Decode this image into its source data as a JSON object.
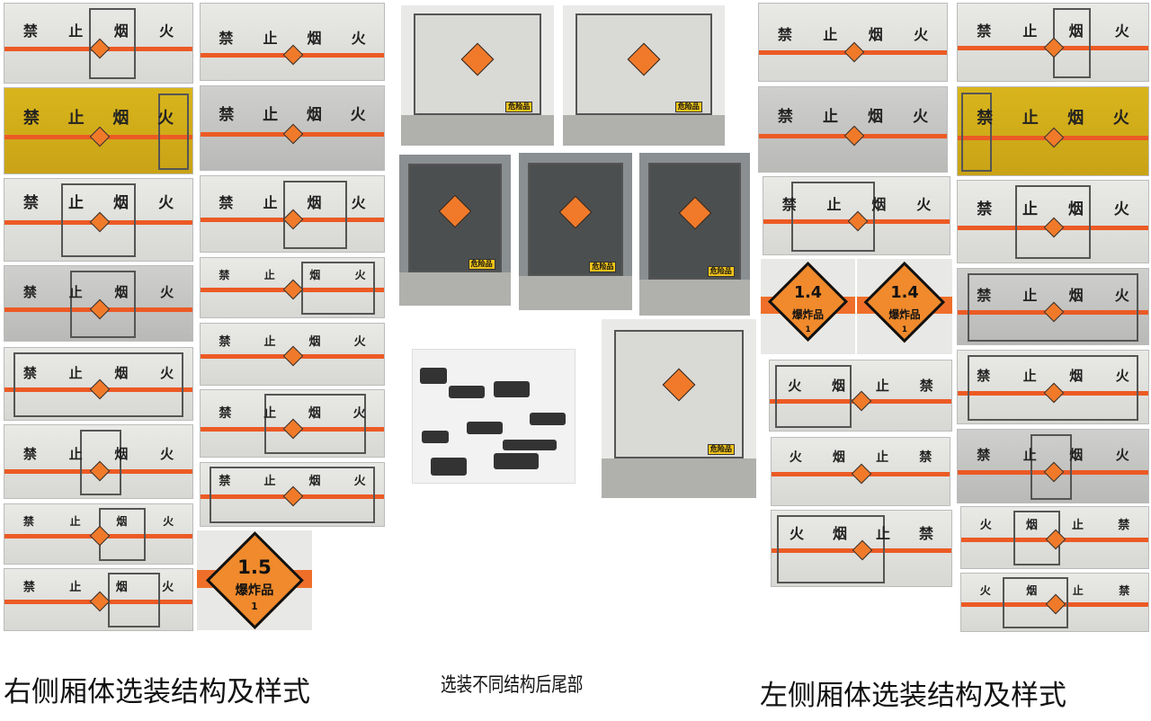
{
  "sign_text": "禁止烟火",
  "sign_text_reversed": "火烟止禁",
  "hazard_label": "爆炸品",
  "hazard_small": "危险品",
  "class_15": "1.5",
  "class_14": "1.4",
  "class_division": "1",
  "captions": {
    "right_side": "右侧厢体选装结构及样式",
    "rear": "选装不同结构后尾部",
    "left_side": "左侧厢体选装结构及样式"
  },
  "colors": {
    "stripe": "#ec5a24",
    "diamond": "#f07a2a",
    "yellow_box": "#d8b51c"
  }
}
